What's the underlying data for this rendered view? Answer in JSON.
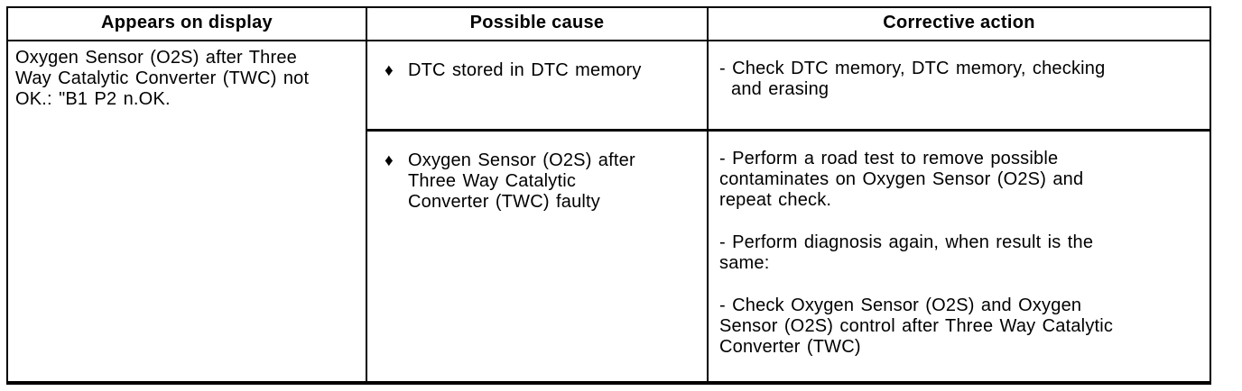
{
  "table": {
    "headers": [
      "Appears on display",
      "Possible cause",
      "Corrective action"
    ],
    "display_text": "Oxygen Sensor (O2S) after Three\nWay Catalytic Converter (TWC) not\nOK.: \"B1 P2 n.OK.",
    "bullet_icon": "♦",
    "rows": [
      {
        "cause": "DTC stored in DTC memory",
        "actions": [
          "- Check DTC memory, DTC memory, checking\nand erasing"
        ]
      },
      {
        "cause": "Oxygen Sensor (O2S) after\nThree Way Catalytic\nConverter (TWC) faulty",
        "actions": [
          "- Perform a road test to remove possible\ncontaminates on Oxygen Sensor (O2S) and\nrepeat check.",
          "- Perform diagnosis again, when result is the\nsame:",
          "- Check Oxygen Sensor (O2S) and Oxygen\nSensor (O2S) control after Three Way Catalytic\nConverter (TWC)"
        ]
      }
    ]
  },
  "colors": {
    "border": "#000000",
    "background": "#ffffff",
    "text": "#000000"
  }
}
